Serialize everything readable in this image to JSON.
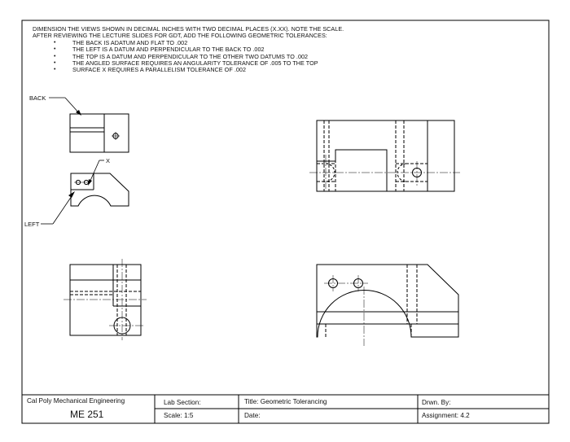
{
  "notes": {
    "line1": "DIMENSION THE VIEWS SHOWN IN DECIMAL INCHES WITH TWO DECIMAL PLACES (X.XX). NOTE THE SCALE.",
    "line2": "AFTER REVIEWING THE LECTURE SLIDES FOR GDT, ADD THE FOLLOWING GEOMETRIC TOLERANCES:",
    "bullets": [
      "THE BACK IS ADATUM AND FLAT TO .002",
      "THE LEFT IS A DATUM AND PERPENDICULAR TO THE BACK TO .002",
      "THE TOP IS A DATUM AND PERPENDICULAR TO THE OTHER TWO DATUMS TO .002",
      "THE ANGLED SURFACE REQUIRES AN ANGULARITY TOLERANCE OF .005 TO THE TOP",
      "SURFACE X REQUIRES A PARALLELISM TOLERANCE OF .002"
    ]
  },
  "callouts": {
    "back": "BACK",
    "x": "X",
    "left": "LEFT"
  },
  "title_block": {
    "school": "Cal Poly Mechanical Engineering",
    "course": "ME 251",
    "lab_section": "Lab Section:",
    "scale": "Scale: 1:5",
    "title": "Title:  Geometric Tolerancing",
    "date": "Date:",
    "drawn_by": "Drwn. By:",
    "assignment": "Assignment:  4.2"
  }
}
